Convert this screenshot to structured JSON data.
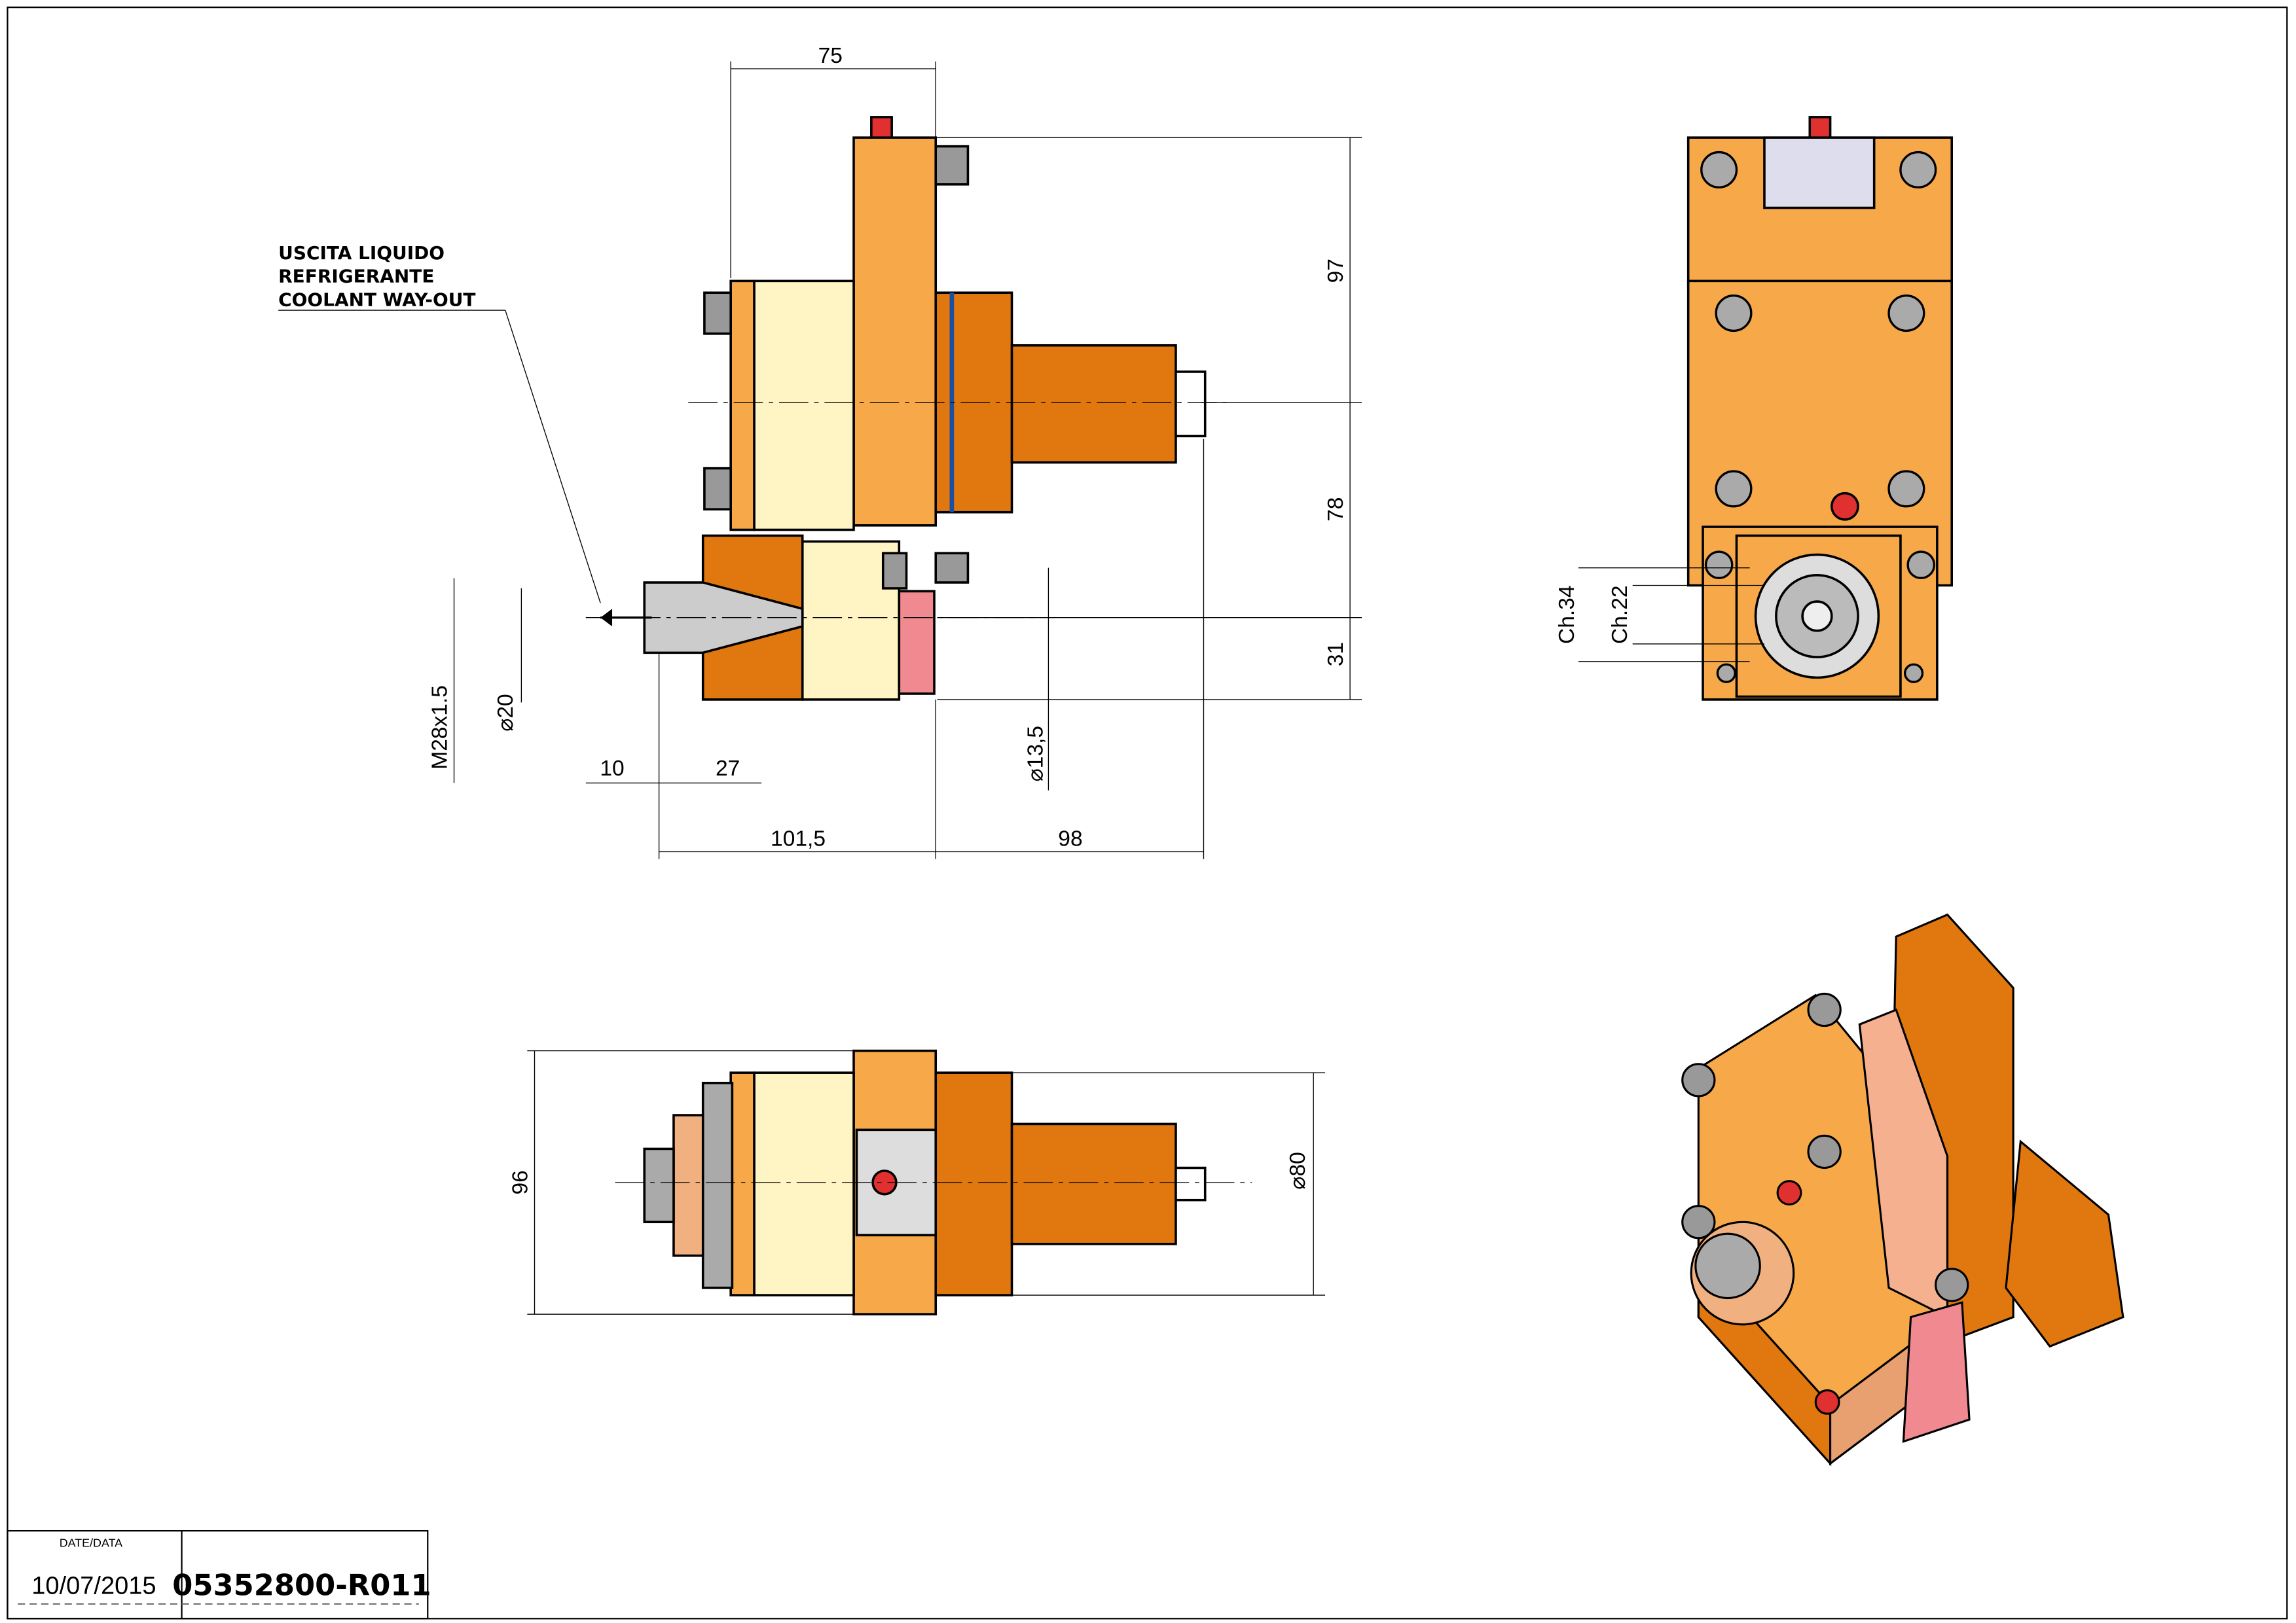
{
  "drawing": {
    "coolant_label": [
      "USCITA LIQUIDO",
      "REFRIGERANTE",
      "COOLANT WAY-OUT"
    ],
    "dimensions": {
      "width_top": "75",
      "height_upper": "97",
      "height_mid": "78",
      "height_lower": "31",
      "thread": "M28x1.5",
      "dia_20": "⌀20",
      "len_10": "10",
      "len_27": "27",
      "dia_13_5": "⌀13,5",
      "len_101_5": "101,5",
      "len_98": "98",
      "ch_34": "Ch.34",
      "ch_22": "Ch.22",
      "height_96": "96",
      "dia_80": "⌀80"
    },
    "colors": {
      "body": "#F7A94A",
      "dark": "#E0780F",
      "cream": "#FFF4C4",
      "pink": "#F08A90"
    }
  },
  "title_block": {
    "date_label": "DATE/DATA",
    "date": "10/07/2015",
    "drawing_number": "05352800-R011"
  }
}
